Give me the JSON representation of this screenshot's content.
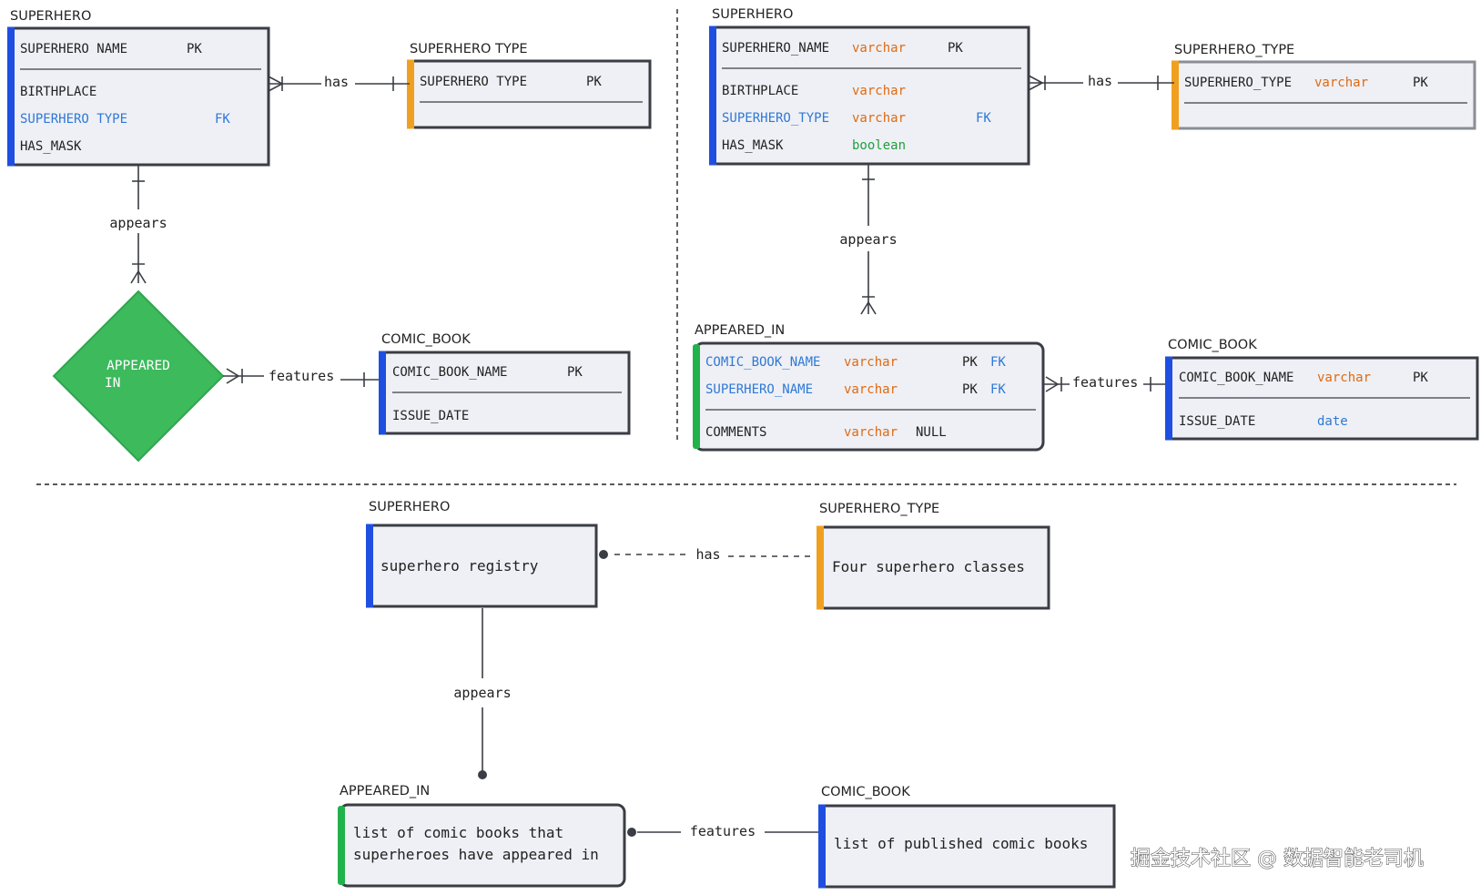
{
  "colors": {
    "blue": "#1f4fe0",
    "orange": "#f0a020",
    "green": "#22b24c",
    "diamond": "#3cba5c",
    "fk_blue": "#2f78d6",
    "type_orange": "#e06a12",
    "type_green": "#1f9e3c"
  },
  "conceptual": {
    "superhero": {
      "title": "SUPERHERO",
      "pk_name": "SUPERHERO NAME",
      "pk_tag": "PK",
      "birthplace": "BIRTHPLACE",
      "type_attr": "SUPERHERO TYPE",
      "fk_tag": "FK",
      "has_mask": "HAS_MASK"
    },
    "superhero_type": {
      "title": "SUPERHERO TYPE",
      "pk_name": "SUPERHERO TYPE",
      "pk_tag": "PK"
    },
    "appeared_in": {
      "line1": "APPEARED",
      "line2": "IN"
    },
    "comic_book": {
      "title": "COMIC_BOOK",
      "pk_name": "COMIC_BOOK_NAME",
      "pk_tag": "PK",
      "issue_date": "ISSUE_DATE"
    },
    "rel_has": "has",
    "rel_appears": "appears",
    "rel_features": "features"
  },
  "logical": {
    "superhero": {
      "title": "SUPERHERO",
      "pk_name": "SUPERHERO_NAME",
      "pk_type": "varchar",
      "pk_tag": "PK",
      "birthplace": "BIRTHPLACE",
      "birthplace_type": "varchar",
      "type_attr": "SUPERHERO_TYPE",
      "type_attr_type": "varchar",
      "fk_tag": "FK",
      "has_mask": "HAS_MASK",
      "has_mask_type": "boolean"
    },
    "superhero_type": {
      "title": "SUPERHERO_TYPE",
      "pk_name": "SUPERHERO_TYPE",
      "pk_type": "varchar",
      "pk_tag": "PK"
    },
    "appeared_in": {
      "title": "APPEARED_IN",
      "row1_name": "COMIC_BOOK_NAME",
      "row1_type": "varchar",
      "row1_pk": "PK",
      "row1_fk": "FK",
      "row2_name": "SUPERHERO_NAME",
      "row2_type": "varchar",
      "row2_pk": "PK",
      "row2_fk": "FK",
      "comments": "COMMENTS",
      "comments_type": "varchar",
      "comments_null": "NULL"
    },
    "comic_book": {
      "title": "COMIC_BOOK",
      "pk_name": "COMIC_BOOK_NAME",
      "pk_type": "varchar",
      "pk_tag": "PK",
      "issue_date": "ISSUE_DATE",
      "issue_date_type": "date"
    },
    "rel_has": "has",
    "rel_appears": "appears",
    "rel_features": "features"
  },
  "descriptive": {
    "superhero": {
      "title": "SUPERHERO",
      "desc": "superhero registry"
    },
    "superhero_type": {
      "title": "SUPERHERO_TYPE",
      "desc": "Four superhero classes"
    },
    "appeared_in": {
      "title": "APPEARED_IN",
      "desc1": "list of comic books that",
      "desc2": "superheroes have appeared in"
    },
    "comic_book": {
      "title": "COMIC_BOOK",
      "desc": "list of published comic books"
    },
    "rel_has": "has",
    "rel_appears": "appears",
    "rel_features": "features"
  },
  "watermark": "掘金技术社区 @ 数据智能老司机"
}
